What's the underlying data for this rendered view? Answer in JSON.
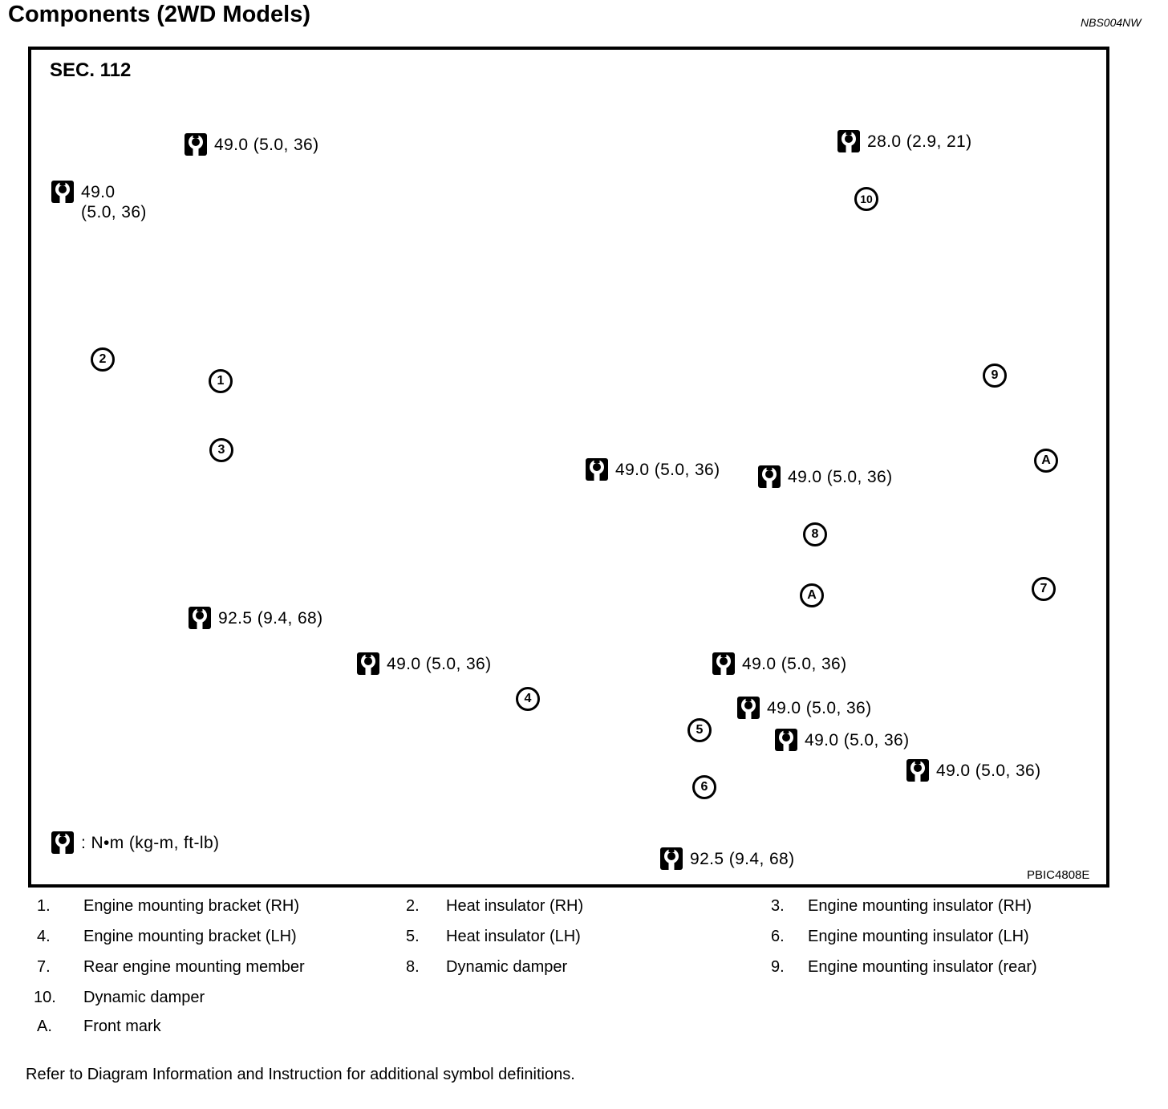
{
  "header": {
    "title": "Components (2WD Models)",
    "doc_code": "NBS004NW"
  },
  "diagram": {
    "section": "SEC. 112",
    "figure_code": "PBIC4808E",
    "legend_text": ": N•m (kg-m, ft-lb)",
    "torques": {
      "t49": "49.0 (5.0, 36)",
      "t49_line1": "49.0",
      "t49_line2": "(5.0, 36)",
      "t28": "28.0 (2.9, 21)",
      "t92": "92.5 (9.4, 68)"
    },
    "markers": {
      "m1": "1",
      "m2": "2",
      "m3": "3",
      "m4": "4",
      "m5": "5",
      "m6": "6",
      "m7": "7",
      "m8": "8",
      "m9": "9",
      "m10": "10",
      "mA": "A"
    }
  },
  "parts": {
    "items": [
      {
        "num": "1.",
        "label": "Engine mounting bracket (RH)"
      },
      {
        "num": "2.",
        "label": "Heat insulator (RH)"
      },
      {
        "num": "3.",
        "label": "Engine mounting insulator (RH)"
      },
      {
        "num": "4.",
        "label": "Engine mounting bracket (LH)"
      },
      {
        "num": "5.",
        "label": "Heat insulator (LH)"
      },
      {
        "num": "6.",
        "label": "Engine mounting insulator (LH)"
      },
      {
        "num": "7.",
        "label": "Rear engine mounting member"
      },
      {
        "num": "8.",
        "label": "Dynamic damper"
      },
      {
        "num": "9.",
        "label": "Engine mounting insulator (rear)"
      },
      {
        "num": "10.",
        "label": "Dynamic damper"
      },
      {
        "num": "A.",
        "label": "Front mark"
      }
    ]
  },
  "footer": {
    "note": "Refer to Diagram Information and Instruction for additional symbol definitions."
  }
}
